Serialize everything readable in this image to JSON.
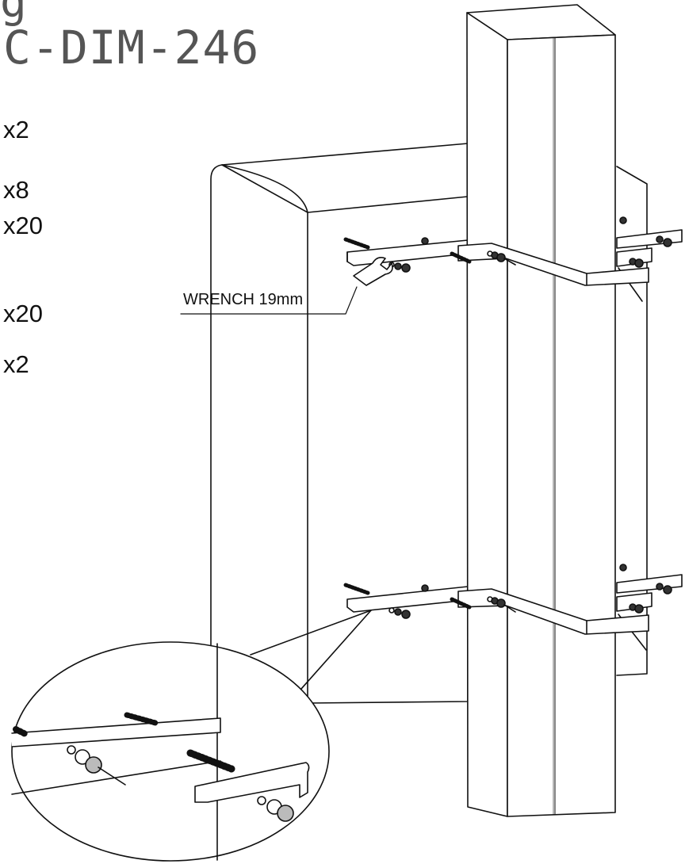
{
  "header": {
    "title_partial": "g",
    "model": "C-DIM-246"
  },
  "parts_list": [
    {
      "qty": "x2"
    },
    {
      "qty": "x8"
    },
    {
      "qty": "x20"
    },
    {
      "qty": "x20"
    },
    {
      "qty": "x2"
    }
  ],
  "callout": {
    "wrench": "WRENCH  19mm"
  },
  "colors": {
    "line": "#111111",
    "title": "#555555",
    "background": "#ffffff"
  }
}
